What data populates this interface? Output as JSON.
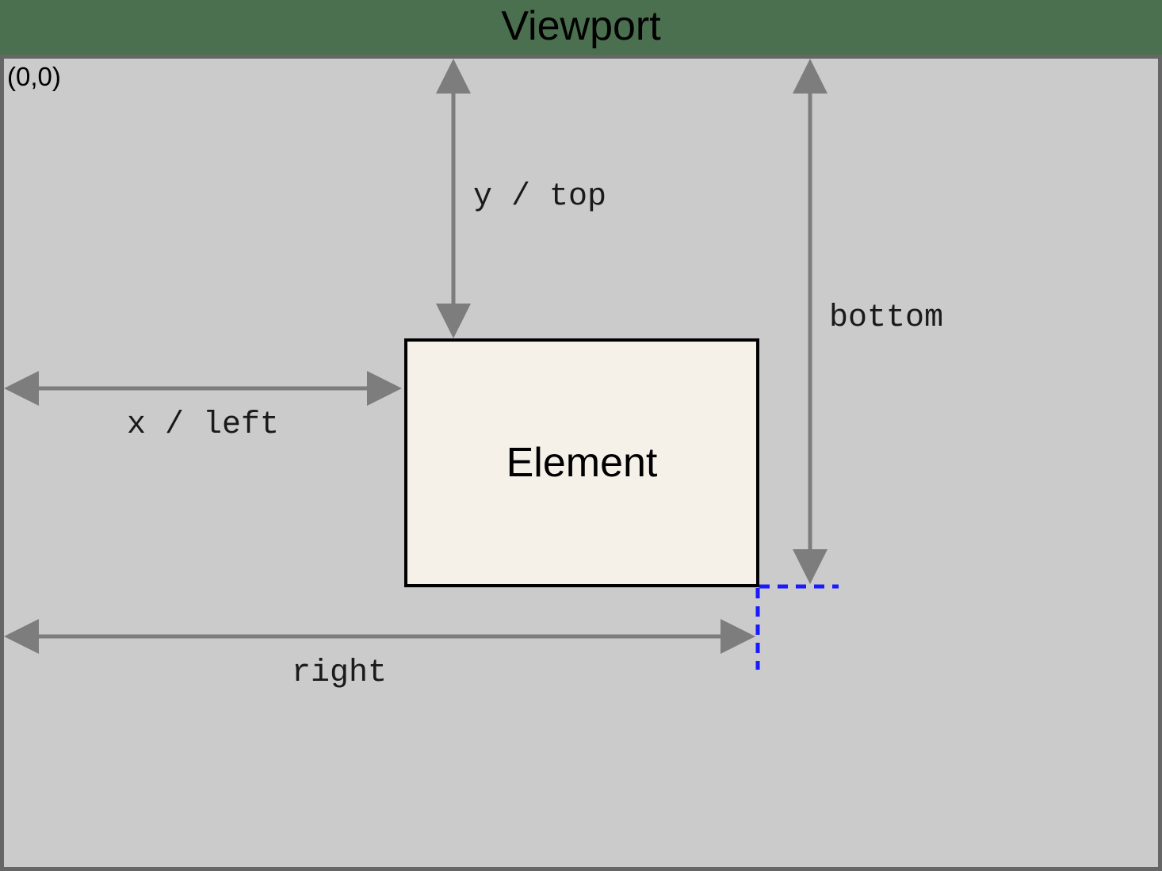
{
  "title": "Viewport",
  "origin_label": "(0,0)",
  "element": {
    "label": "Element"
  },
  "measurements": {
    "y_top": "y / top",
    "x_left": "x / left",
    "bottom": "bottom",
    "right": "right"
  },
  "colors": {
    "page_background": "#4b7050",
    "viewport_background": "#cbcbcb",
    "viewport_border": "#666666",
    "element_fill": "#f5f1e8",
    "element_border": "#000000",
    "arrow": "#7d7d7d",
    "guide": "#1a1aff",
    "text": "#000000"
  }
}
